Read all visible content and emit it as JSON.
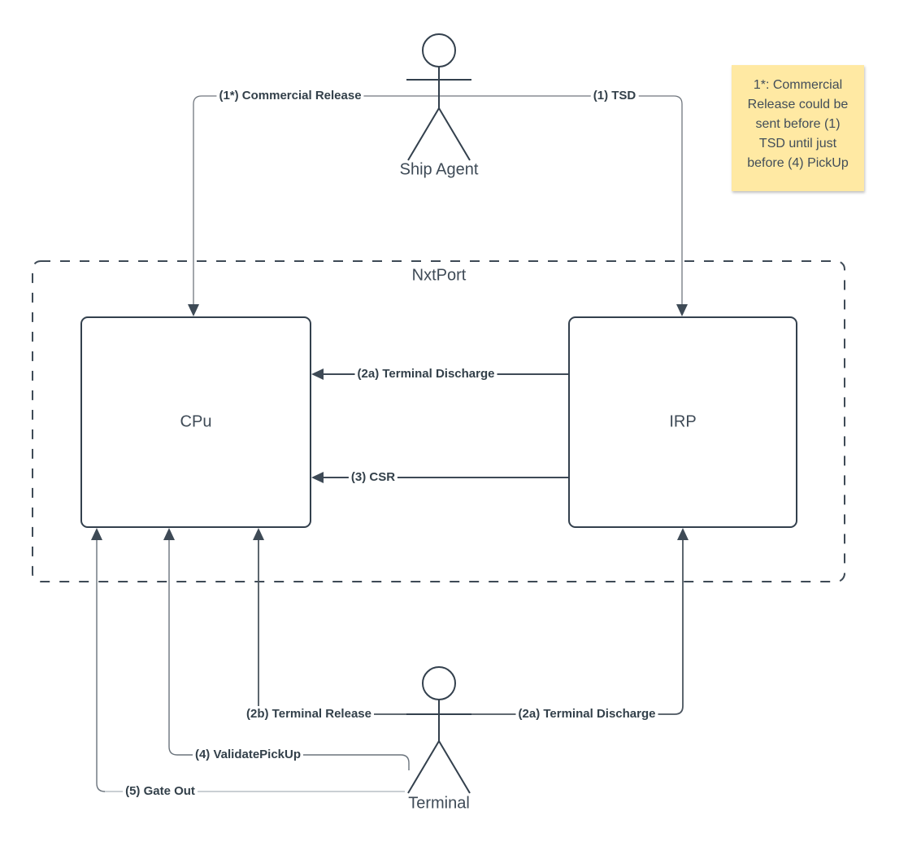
{
  "container": {
    "label": "NxtPort"
  },
  "nodes": {
    "cpu": {
      "label": "CPu"
    },
    "irp": {
      "label": "IRP"
    }
  },
  "actors": {
    "ship_agent": {
      "label": "Ship Agent"
    },
    "terminal": {
      "label": "Terminal"
    }
  },
  "edges": {
    "commercial_release": {
      "label": "(1*) Commercial Release",
      "from": "Ship Agent",
      "to": "CPu"
    },
    "tsd": {
      "label": "(1) TSD",
      "from": "Ship Agent",
      "to": "IRP"
    },
    "terminal_discharge_irp_cpu": {
      "label": "(2a) Terminal Discharge",
      "from": "IRP",
      "to": "CPu"
    },
    "csr": {
      "label": "(3) CSR",
      "from": "IRP",
      "to": "CPu"
    },
    "terminal_release": {
      "label": "(2b) Terminal Release",
      "from": "Terminal",
      "to": "CPu"
    },
    "terminal_discharge_terminal_irp": {
      "label": "(2a) Terminal Discharge",
      "from": "Terminal",
      "to": "IRP"
    },
    "validate_pickup": {
      "label": "(4) ValidatePickUp",
      "from": "Terminal",
      "to": "CPu"
    },
    "gate_out": {
      "label": "(5) Gate Out",
      "from": "Terminal",
      "to": "CPu"
    }
  },
  "note": {
    "lines": [
      "1*: Commercial",
      "Release could be",
      "sent before (1)",
      "TSD until just",
      "before (4) PickUp"
    ],
    "bg_color": "#FFE9A3",
    "text_color": "#414D59"
  },
  "colors": {
    "shape_stroke": "#33404D",
    "connector": "#5A646E",
    "connector_light": "#B9BFC5",
    "arrowhead": "#3E4A56",
    "label_text": "#33404A"
  }
}
